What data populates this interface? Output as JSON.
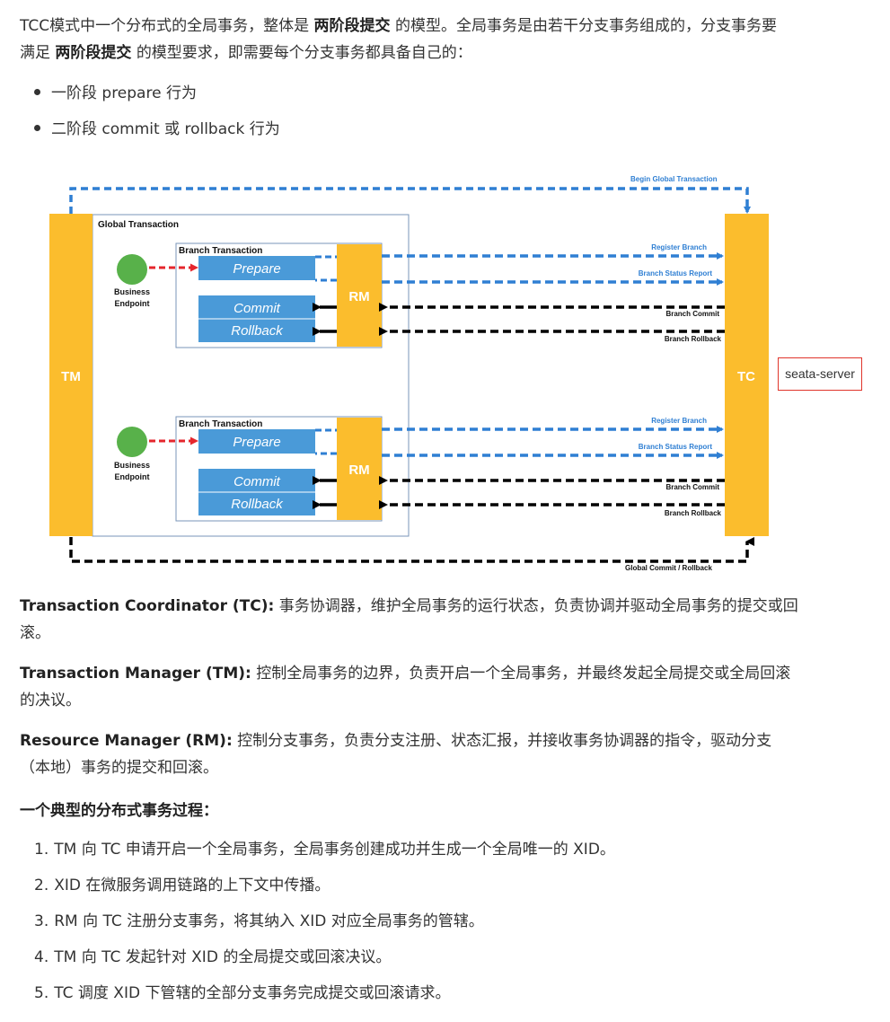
{
  "intro": {
    "line1_a": "TCC模式中一个分布式的全局事务，整体是",
    "line1_bold": "两阶段提交",
    "line1_b": "的模型。全局事务是由若干分支事务组成的，分支事务要",
    "line2_a": "满足",
    "line2_bold": "两阶段提交",
    "line2_b": "的模型要求，即需要每个分支事务都具备自己的："
  },
  "bullets": [
    "一阶段 prepare 行为",
    "二阶段 commit 或 rollback 行为"
  ],
  "diagram": {
    "begin_global": "Begin Global Transaction",
    "global_transaction": "Global Transaction",
    "tm": "TM",
    "tc": "TC",
    "branches": [
      {
        "title": "Branch Transaction",
        "business": "Business",
        "endpoint": "Endpoint",
        "prepare": "Prepare",
        "commit": "Commit",
        "rollback": "Rollback",
        "rm": "RM",
        "register": "Register Branch",
        "status": "Branch Status Report",
        "branch_commit": "Branch Commit",
        "branch_rollback": "Branch Rollback"
      },
      {
        "title": "Branch Transaction",
        "business": "Business",
        "endpoint": "Endpoint",
        "prepare": "Prepare",
        "commit": "Commit",
        "rollback": "Rollback",
        "rm": "RM",
        "register": "Register Branch",
        "status": "Branch Status Report",
        "branch_commit": "Branch Commit",
        "branch_rollback": "Branch Rollback"
      }
    ],
    "global_commit": "Global Commit / Rollback",
    "seata_server": "seata-server",
    "colors": {
      "orange": "#fbbd2d",
      "blue": "#4a9ad8",
      "arrow_blue": "#2f7fd3",
      "green": "#58b14a",
      "red": "#e5262c",
      "frame": "#7a96b8"
    }
  },
  "definitions": [
    {
      "term": "Transaction Coordinator (TC):",
      "desc": "事务协调器，维护全局事务的运行状态，负责协调并驱动全局事务的提交或回",
      "desc2": "滚。"
    },
    {
      "term": "Transaction Manager (TM):",
      "desc": "控制全局事务的边界，负责开启一个全局事务，并最终发起全局提交或全局回滚",
      "desc2": "的决议。"
    },
    {
      "term": "Resource Manager (RM):",
      "desc": "控制分支事务，负责分支注册、状态汇报，并接收事务协调器的指令，驱动分支",
      "desc2": "（本地）事务的提交和回滚。"
    }
  ],
  "process_heading": "一个典型的分布式事务过程：",
  "steps": [
    "TM 向 TC 申请开启一个全局事务，全局事务创建成功并生成一个全局唯一的 XID。",
    "XID 在微服务调用链路的上下文中传播。",
    "RM 向 TC 注册分支事务，将其纳入 XID 对应全局事务的管辖。",
    "TM 向 TC 发起针对 XID 的全局提交或回滚决议。",
    "TC 调度 XID 下管辖的全部分支事务完成提交或回滚请求。"
  ],
  "step_numbers": [
    "1.",
    "2.",
    "3.",
    "4.",
    "5."
  ]
}
